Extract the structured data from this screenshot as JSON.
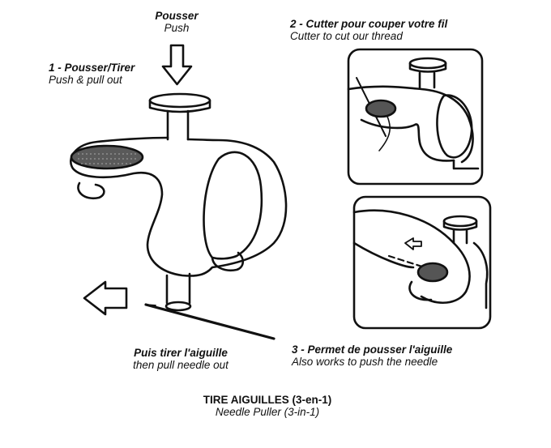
{
  "labels": {
    "push": {
      "fr": "Pousser",
      "en": "Push"
    },
    "step1": {
      "fr": "1 - Pousser/Tirer",
      "en": "Push & pull out"
    },
    "step2": {
      "fr": "2 - Cutter pour couper votre fil",
      "en": "Cutter to cut our thread"
    },
    "step3": {
      "fr": "3 - Permet de pousser l'aiguille",
      "en": "Also works to push the needle"
    },
    "pull": {
      "fr": "Puis tirer l'aiguille",
      "en": "then pull needle out"
    },
    "title": {
      "fr": "TIRE AIGUILLES (3-en-1)",
      "en": "Needle Puller (3-in-1)"
    }
  }
}
